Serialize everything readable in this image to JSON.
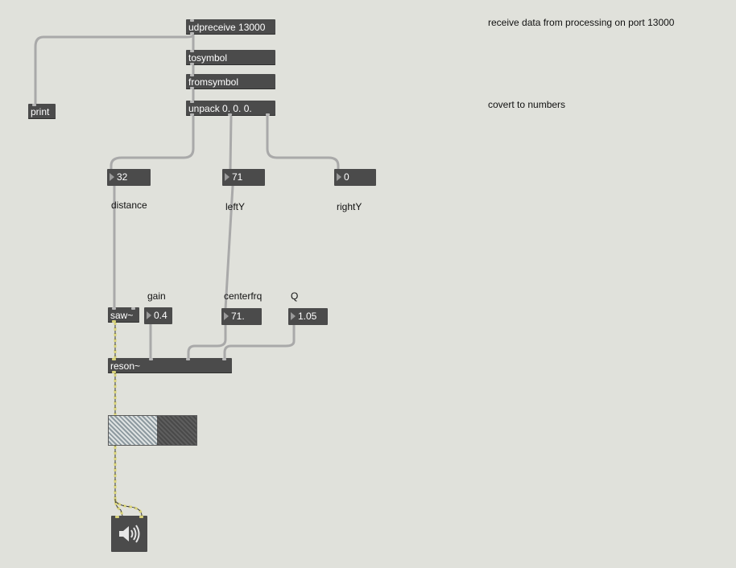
{
  "objects": {
    "udpreceive": {
      "label": "udpreceive 13000"
    },
    "tosymbol": {
      "label": "tosymbol"
    },
    "fromsymbol": {
      "label": "fromsymbol"
    },
    "unpack": {
      "label": "unpack 0. 0. 0."
    },
    "print": {
      "label": "print"
    },
    "saw": {
      "label": "saw~"
    },
    "reson": {
      "label": "reson~"
    }
  },
  "numbers": {
    "distance": "32",
    "left_y": "71",
    "right_y": "0",
    "gain": "0.4",
    "centerfrq": "71.",
    "q": "1.05"
  },
  "comments": {
    "receive": "receive data from processing on port 13000",
    "convert": "covert to numbers",
    "distance": "distance",
    "left_y": "leftY",
    "right_y": "rightY",
    "gain": "gain",
    "centerfrq": "centerfrq",
    "q": "Q"
  },
  "meter": {
    "level": 0.55
  },
  "icons": {
    "speaker": "speaker-icon",
    "inlet_triangle": "triangle-right"
  },
  "colors": {
    "canvas": "#e0e1db",
    "box": "#4b4b4b",
    "text": "#ffffff",
    "control_cord": "#a9a9a9",
    "signal_cord": "#d8d27a"
  }
}
